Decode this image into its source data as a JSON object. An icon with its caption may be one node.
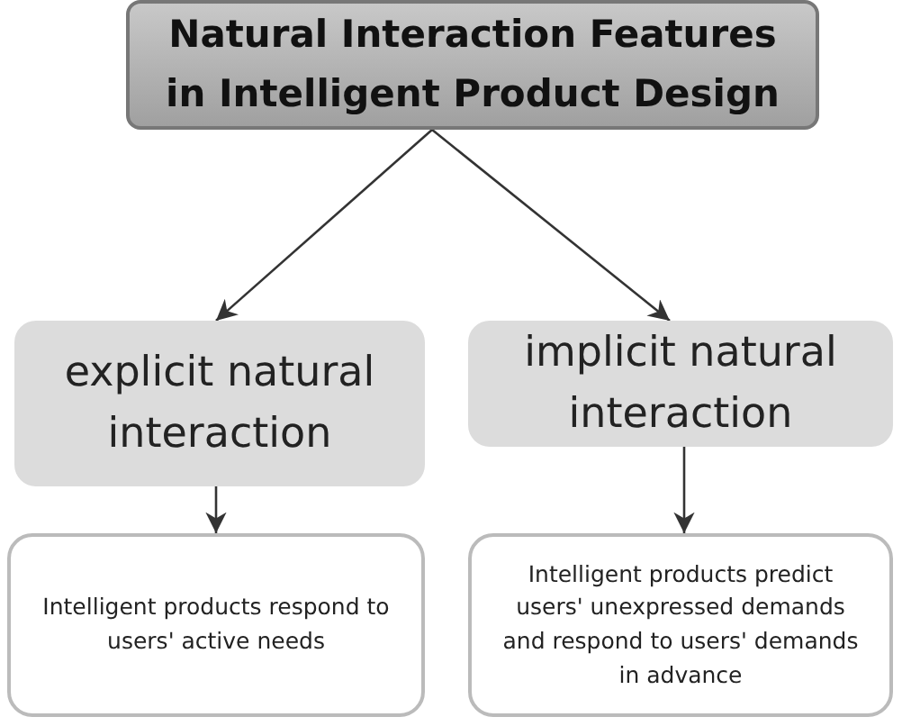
{
  "diagram": {
    "nodes": [
      {
        "text": [
          "Natural Interaction Features in Intelligent Product Design"
        ]
      },
      {
        "text": [
          "explicit natural interaction"
        ]
      },
      {
        "text": [
          "implicit natural interaction"
        ]
      },
      {
        "text": [
          "Intelligent products respond to users' active needs"
        ]
      },
      {
        "text": [
          "Intelligent products predict users' unexpressed demands and respond to users' demands in advance"
        ]
      }
    ],
    "edges": [
      {
        "from": 0,
        "to": 1,
        "arrow": "to"
      },
      {
        "from": 0,
        "to": 2,
        "arrow": "to"
      },
      {
        "from": 1,
        "to": 3,
        "arrow": "to"
      },
      {
        "from": 2,
        "to": 4,
        "arrow": "to"
      }
    ]
  }
}
